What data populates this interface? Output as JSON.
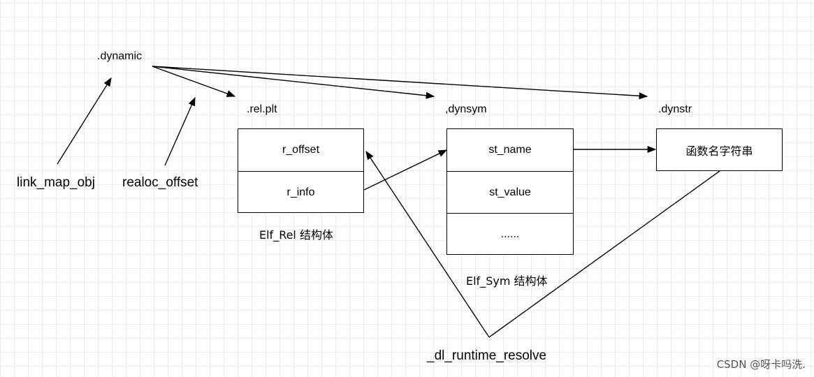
{
  "labels": {
    "dynamic": ".dynamic",
    "rel_plt": ".rel.plt",
    "dynsym": ",dynsym",
    "dynstr": ".dynstr",
    "link_map_obj": "link_map_obj",
    "realoc_offset": "realoc_offset",
    "elf_rel_caption": "Elf_Rel 结构体",
    "elf_sym_caption": "Elf_Sym 结构体",
    "dl_runtime_resolve": "_dl_runtime_resolve"
  },
  "rel_box": {
    "rows": [
      "r_offset",
      "r_info"
    ]
  },
  "sym_box": {
    "rows": [
      "st_name",
      "st_value",
      "......"
    ]
  },
  "str_box": {
    "rows": [
      "函数名字符串"
    ]
  },
  "watermark": "CSDN @呀卡吗洗."
}
